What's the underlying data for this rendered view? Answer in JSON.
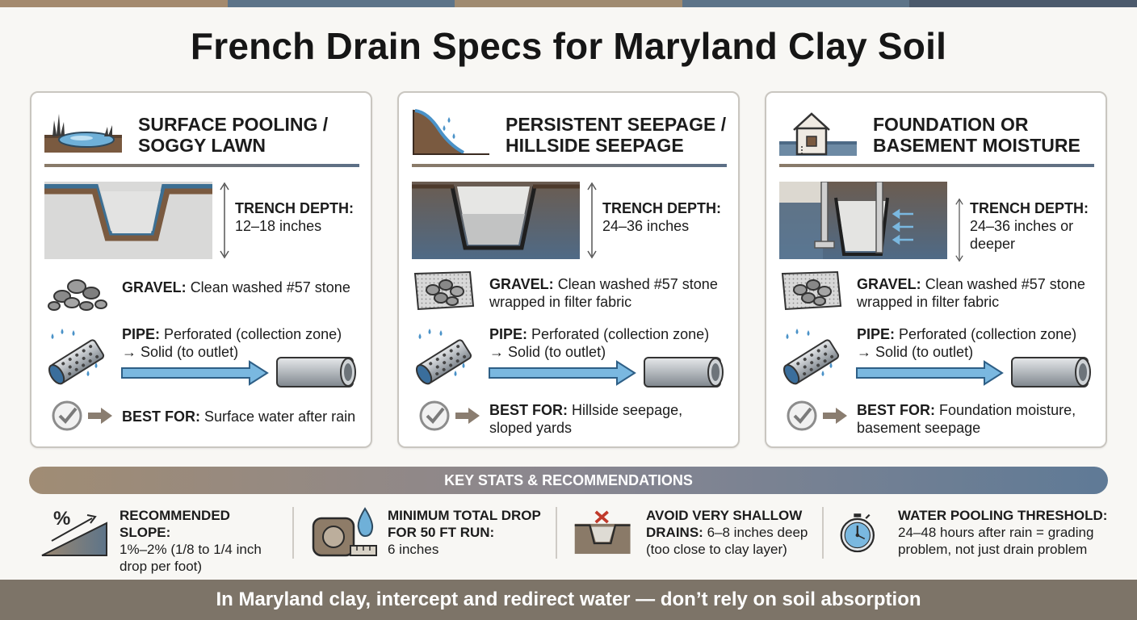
{
  "title": "French Drain Specs for Maryland Clay Soil",
  "colors": {
    "stripe": [
      "#a48a6e",
      "#5d7489",
      "#a08b70",
      "#5d7489",
      "#4c5a6c"
    ],
    "soil_brown": "#7a5a40",
    "water_blue": "#6fb0d8",
    "arrow_blue": "#7ab8e0",
    "slate": "#5c6f86",
    "footer": "#7d7468"
  },
  "cards": [
    {
      "title_line1": "SURFACE POOLING /",
      "title_line2": "SOGGY LAWN",
      "icon": "grass-puddle-icon",
      "depth_label": "TRENCH DEPTH:",
      "depth_value": "12–18 inches",
      "gravel_label": "GRAVEL:",
      "gravel_value": "Clean washed #57 stone",
      "pipe_label": "PIPE:",
      "pipe_value_1": "Perforated (collection zone)",
      "pipe_value_2": "→ Solid (to outlet)",
      "best_label": "BEST FOR:",
      "best_value": "Surface water after rain"
    },
    {
      "title_line1": "PERSISTENT SEEPAGE /",
      "title_line2": "HILLSIDE SEEPAGE",
      "icon": "hillside-seep-icon",
      "depth_label": "TRENCH DEPTH:",
      "depth_value": "24–36 inches",
      "gravel_label": "GRAVEL:",
      "gravel_value": "Clean washed #57 stone",
      "gravel_value_2": "wrapped in filter fabric",
      "pipe_label": "PIPE:",
      "pipe_value_1": "Perforated (collection zone)",
      "pipe_value_2": "→ Solid (to outlet)",
      "best_label": "BEST FOR:",
      "best_value": "Hillside seepage,",
      "best_value_2": "sloped yards"
    },
    {
      "title_line1": "FOUNDATION OR",
      "title_line2": "BASEMENT MOISTURE",
      "icon": "house-foundation-icon",
      "depth_label": "TRENCH DEPTH:",
      "depth_value": "24–36 inches or",
      "depth_value_2": "deeper",
      "gravel_label": "GRAVEL:",
      "gravel_value": "Clean washed #57 stone",
      "gravel_value_2": "wrapped in filter fabric",
      "pipe_label": "PIPE:",
      "pipe_value_1": "Perforated (collection zone)",
      "pipe_value_2": "→ Solid (to outlet)",
      "best_label": "BEST FOR:",
      "best_value": "Foundation moisture,",
      "best_value_2": "basement seepage"
    }
  ],
  "stats_banner": "KEY STATS & RECOMMENDATIONS",
  "stats": [
    {
      "icon": "slope-percent-icon",
      "label_1": "RECOMMENDED SLOPE:",
      "value_1": "1%–2% (1/8 to 1/4 inch",
      "value_2": "drop per foot)"
    },
    {
      "icon": "tape-measure-drop-icon",
      "label_1": "MINIMUM TOTAL DROP",
      "label_2": "FOR 50 FT RUN:",
      "value_1": "6 inches"
    },
    {
      "icon": "shallow-trench-x-icon",
      "label_1": "AVOID VERY SHALLOW",
      "label_2": "DRAINS:",
      "value_1": "6–8 inches deep",
      "value_2": "(too close to clay layer)"
    },
    {
      "icon": "stopwatch-icon",
      "label_1": "WATER POOLING THRESHOLD:",
      "value_1": "24–48 hours after rain = grading",
      "value_2": "problem, not just drain problem"
    }
  ],
  "footer": "In Maryland clay, intercept and redirect water — don’t rely on soil absorption"
}
